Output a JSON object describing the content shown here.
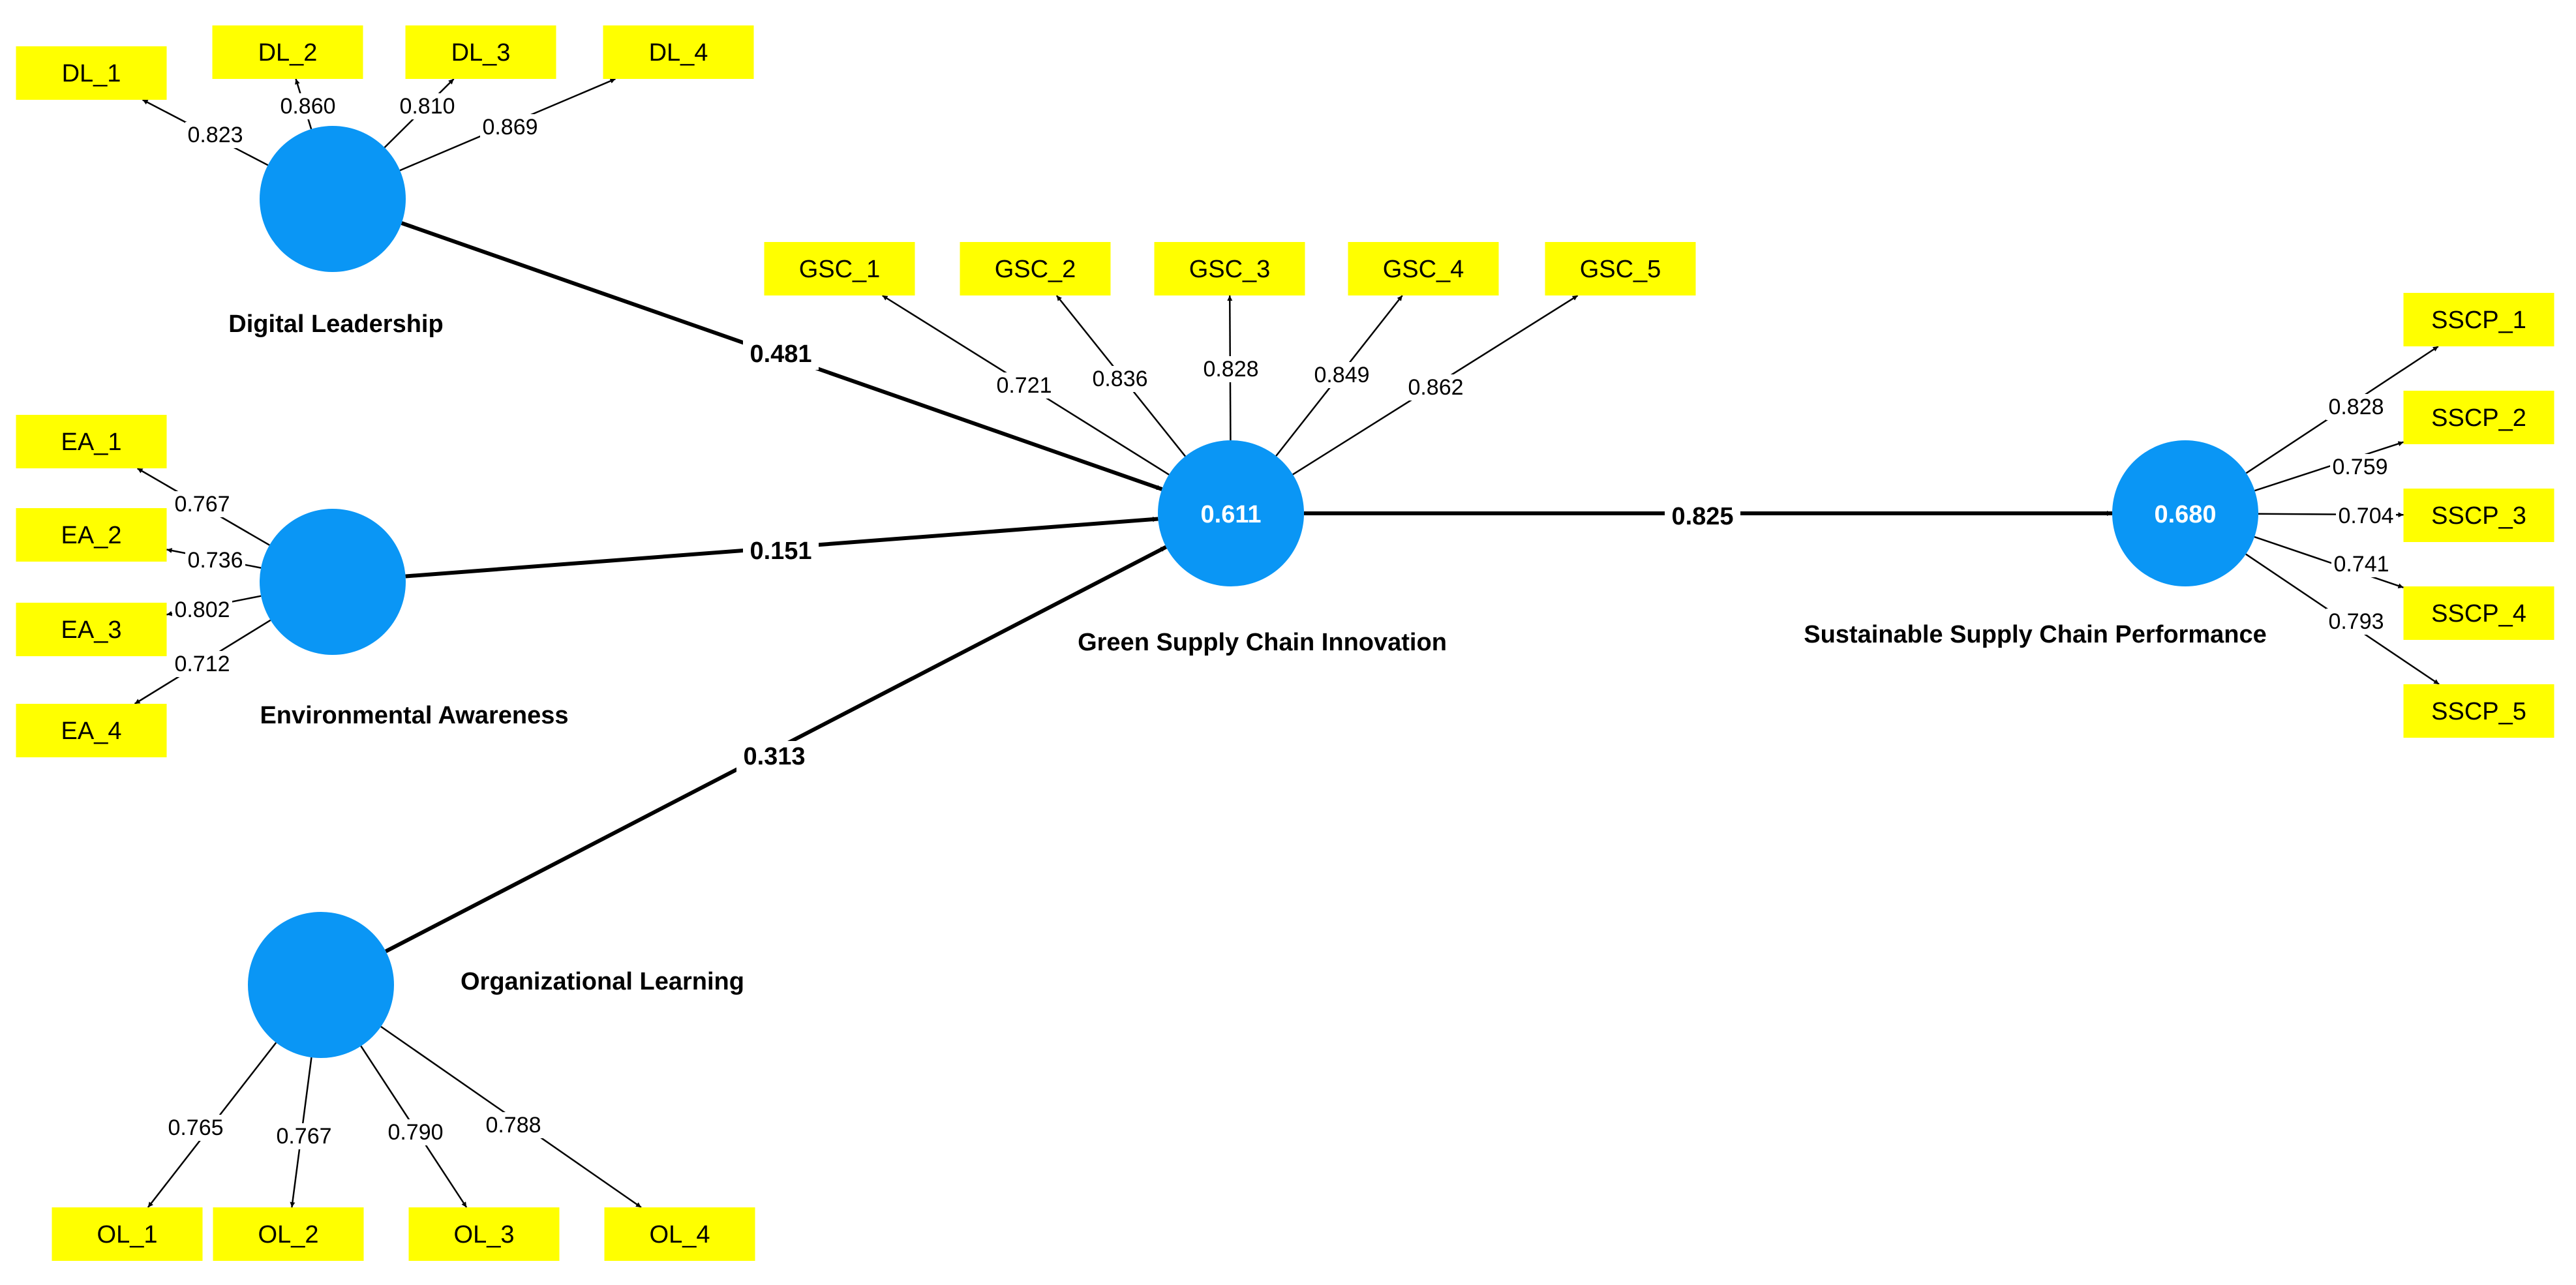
{
  "colors": {
    "construct_fill": "#0a96f5",
    "indicator_fill": "#ffff00",
    "line": "#000000",
    "background": "#ffffff"
  },
  "constructs": [
    {
      "id": "DL",
      "name": "Digital Leadership",
      "r2": ""
    },
    {
      "id": "EA",
      "name": "Environmental Awareness",
      "r2": ""
    },
    {
      "id": "OL",
      "name": "Organizational Learning",
      "r2": ""
    },
    {
      "id": "GSC",
      "name": "Green Supply Chain Innovation",
      "r2": "0.611"
    },
    {
      "id": "SSCP",
      "name": "Sustainable Supply Chain Performance",
      "r2": "0.680"
    }
  ],
  "indicators": [
    {
      "id": "DL_1",
      "construct": "DL",
      "loading": "0.823"
    },
    {
      "id": "DL_2",
      "construct": "DL",
      "loading": "0.860"
    },
    {
      "id": "DL_3",
      "construct": "DL",
      "loading": "0.810"
    },
    {
      "id": "DL_4",
      "construct": "DL",
      "loading": "0.869"
    },
    {
      "id": "EA_1",
      "construct": "EA",
      "loading": "0.767"
    },
    {
      "id": "EA_2",
      "construct": "EA",
      "loading": "0.736"
    },
    {
      "id": "EA_3",
      "construct": "EA",
      "loading": "0.802"
    },
    {
      "id": "EA_4",
      "construct": "EA",
      "loading": "0.712"
    },
    {
      "id": "OL_1",
      "construct": "OL",
      "loading": "0.765"
    },
    {
      "id": "OL_2",
      "construct": "OL",
      "loading": "0.767"
    },
    {
      "id": "OL_3",
      "construct": "OL",
      "loading": "0.790"
    },
    {
      "id": "OL_4",
      "construct": "OL",
      "loading": "0.788"
    },
    {
      "id": "GSC_1",
      "construct": "GSC",
      "loading": "0.721"
    },
    {
      "id": "GSC_2",
      "construct": "GSC",
      "loading": "0.836"
    },
    {
      "id": "GSC_3",
      "construct": "GSC",
      "loading": "0.828"
    },
    {
      "id": "GSC_4",
      "construct": "GSC",
      "loading": "0.849"
    },
    {
      "id": "GSC_5",
      "construct": "GSC",
      "loading": "0.862"
    },
    {
      "id": "SSCP_1",
      "construct": "SSCP",
      "loading": "0.828"
    },
    {
      "id": "SSCP_2",
      "construct": "SSCP",
      "loading": "0.759"
    },
    {
      "id": "SSCP_3",
      "construct": "SSCP",
      "loading": "0.704"
    },
    {
      "id": "SSCP_4",
      "construct": "SSCP",
      "loading": "0.741"
    },
    {
      "id": "SSCP_5",
      "construct": "SSCP",
      "loading": "0.793"
    }
  ],
  "paths": [
    {
      "from": "DL",
      "to": "GSC",
      "coef": "0.481"
    },
    {
      "from": "EA",
      "to": "GSC",
      "coef": "0.151"
    },
    {
      "from": "OL",
      "to": "GSC",
      "coef": "0.313"
    },
    {
      "from": "GSC",
      "to": "SSCP",
      "coef": "0.825"
    }
  ]
}
